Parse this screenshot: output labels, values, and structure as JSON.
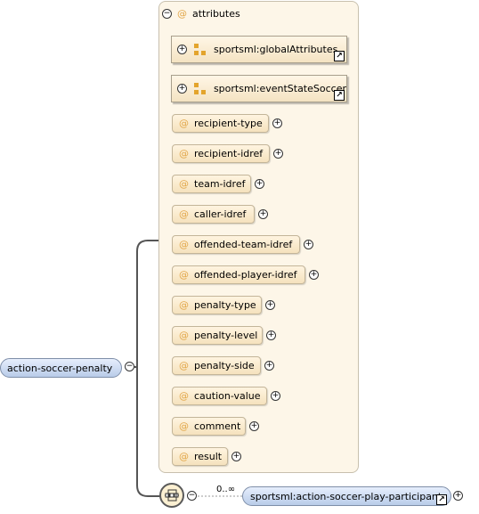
{
  "root": {
    "label": "action-soccer-penalty"
  },
  "attributes": {
    "title": "attributes",
    "at": "@"
  },
  "groups": [
    {
      "label": "sportsml:globalAttributes"
    },
    {
      "label": "sportsml:eventStateSoccer"
    }
  ],
  "attrs": [
    {
      "label": "recipient-type"
    },
    {
      "label": "recipient-idref"
    },
    {
      "label": "team-idref"
    },
    {
      "label": "caller-idref"
    },
    {
      "label": "offended-team-idref"
    },
    {
      "label": "offended-player-idref"
    },
    {
      "label": "penalty-type"
    },
    {
      "label": "penalty-level"
    },
    {
      "label": "penalty-side"
    },
    {
      "label": "caution-value"
    },
    {
      "label": "comment"
    },
    {
      "label": "result"
    }
  ],
  "sequence": {
    "occurrence": "0..∞"
  },
  "child": {
    "label": "sportsml:action-soccer-play-participant"
  },
  "symbols": {
    "expand": "+",
    "collapse": "−",
    "at": "@"
  },
  "colors": {
    "attr_at": "#e2a648",
    "group_icon": "#e3a42c",
    "element_fill": "#b9cce9",
    "panel_fill": "#fdf6e8"
  }
}
